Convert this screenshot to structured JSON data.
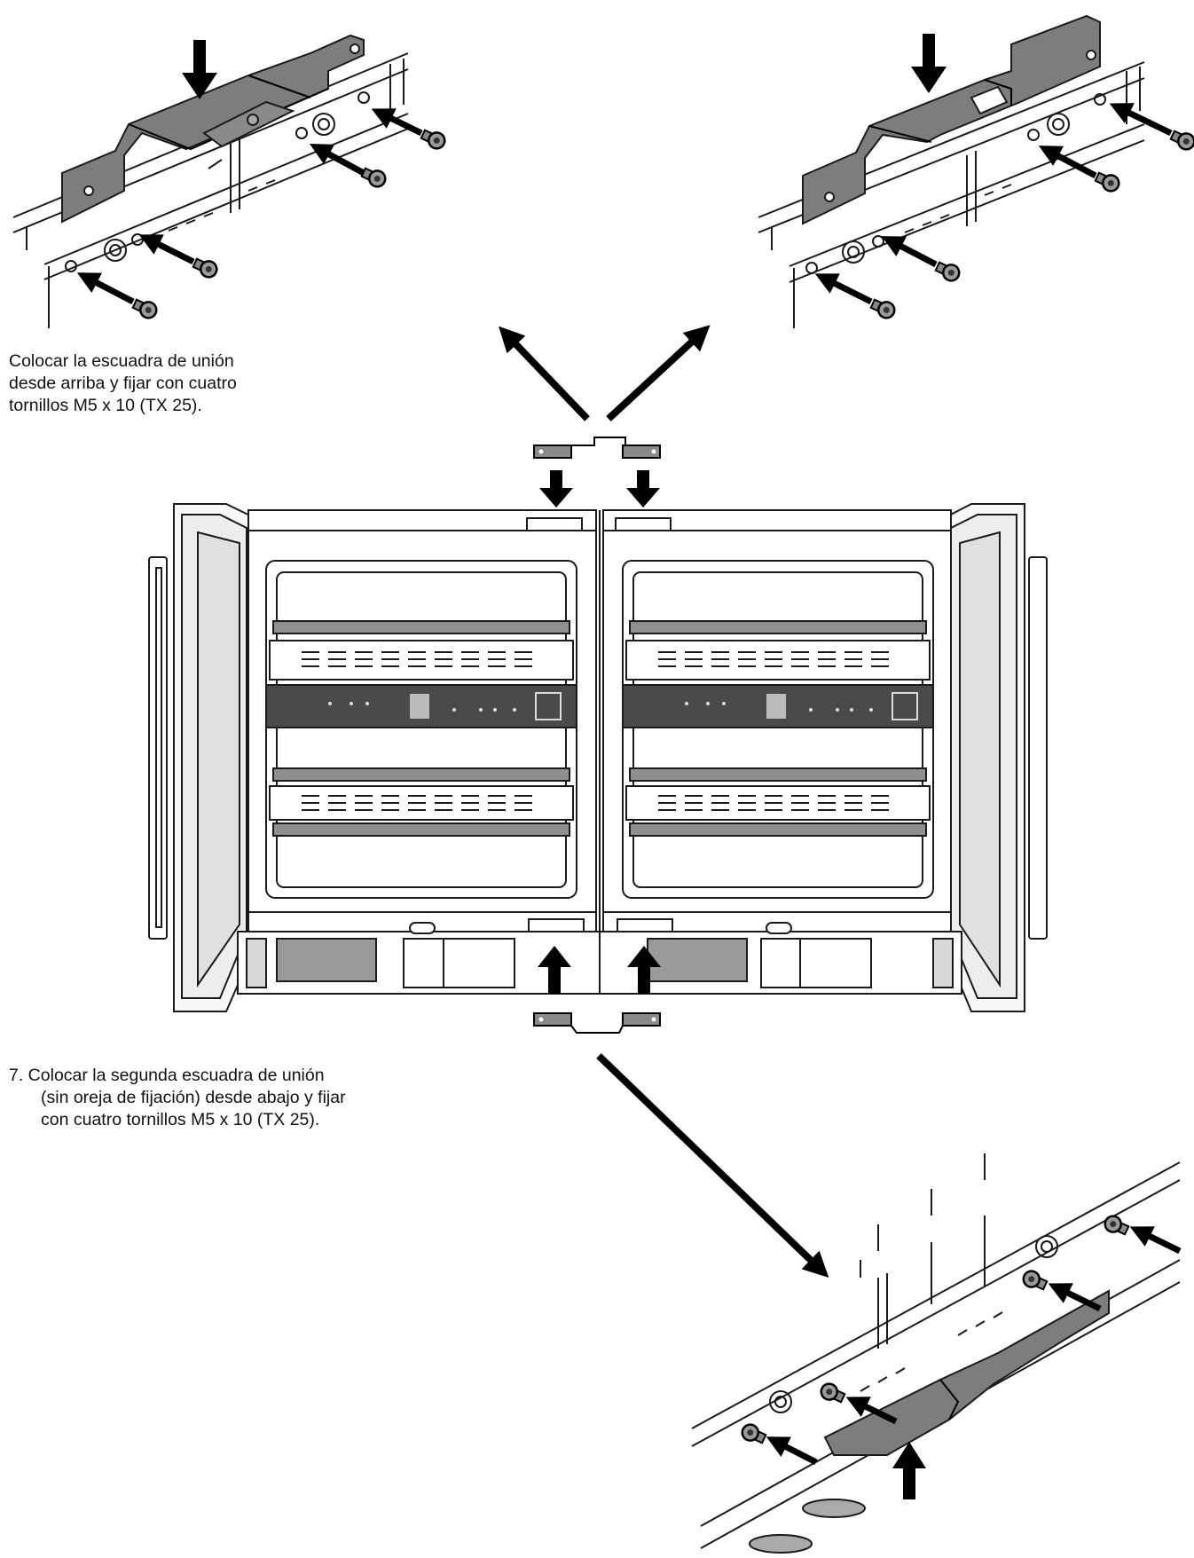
{
  "captions": {
    "top": {
      "lines": [
        "Colocar la escuadra de unión",
        "desde arriba y fijar con cuatro",
        "tornillos M5 x 10 (TX 25)."
      ]
    },
    "step7": {
      "lines": [
        "7. Colocar la segunda escuadra de unión",
        "(sin oreja de fijación) desde abajo y fijar",
        "con cuatro tornillos M5 x 10 (TX 25)."
      ]
    }
  },
  "colors": {
    "line": "#1a1a1a",
    "bracket": "#7d7d7d",
    "panel": "#4a4a4a",
    "glass": "#f2f2f2"
  }
}
